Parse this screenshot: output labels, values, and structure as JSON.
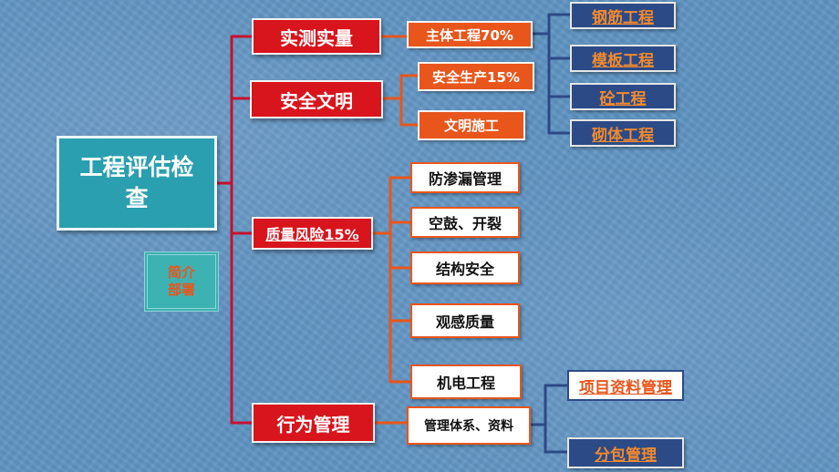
{
  "root": {
    "title": "工程评估检查"
  },
  "intro_link": {
    "label": "简介部署"
  },
  "categories": [
    {
      "label": "实测实量"
    },
    {
      "label": "安全文明"
    },
    {
      "label": "质量风险15%"
    },
    {
      "label": "行为管理"
    }
  ],
  "measure": {
    "main": {
      "label": "主体工程70%"
    },
    "items": [
      {
        "label": "钢筋工程"
      },
      {
        "label": "模板工程"
      },
      {
        "label": "砼工程"
      },
      {
        "label": "砌体工程"
      }
    ]
  },
  "safety": {
    "items": [
      {
        "label": "安全生产15%"
      },
      {
        "label": "文明施工"
      }
    ]
  },
  "quality": {
    "items": [
      {
        "label": "防渗漏管理"
      },
      {
        "label": "空鼓、开裂"
      },
      {
        "label": "结构安全"
      },
      {
        "label": "观感质量"
      },
      {
        "label": "机电工程"
      }
    ]
  },
  "behavior": {
    "main": {
      "label": "管理体系、资料"
    },
    "items": [
      {
        "label": "项目资料管理"
      },
      {
        "label": "分包管理"
      }
    ]
  },
  "colors": {
    "category_fill": "#d8141c",
    "connector_red": "#c8102e",
    "connector_orange": "#e8561c",
    "connector_blue": "#2c4a86",
    "root_fill": "#2a9fb0"
  }
}
